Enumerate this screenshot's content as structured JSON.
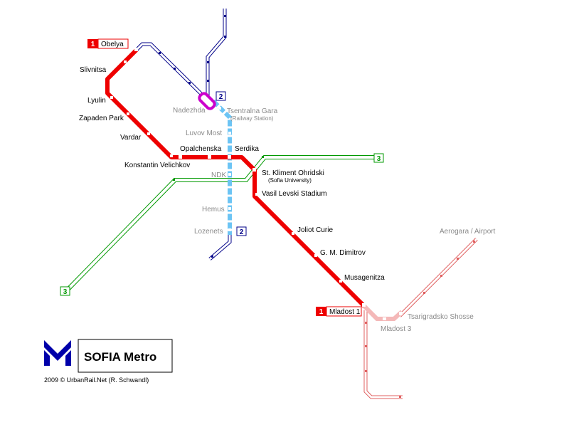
{
  "title": "SOFIA Metro",
  "credit": "2009 © UrbanRail.Net (R. Schwandl)",
  "colors": {
    "line1": "#ee0000",
    "line1_planned": "#e06060",
    "line1_planned_light": "#f4b8b8",
    "line2": "#000088",
    "line2_construction": "#6cc4f4",
    "line3": "#009900",
    "interchange": "#cc00cc",
    "logo": "#0000aa"
  },
  "badges": {
    "line1_obelya": {
      "number": "1",
      "label": "Obelya"
    },
    "line1_mladost1": {
      "number": "1",
      "label": "Mladost 1"
    },
    "line2_north": "2",
    "line2_south": "2",
    "line3_east": "3",
    "line3_west": "3"
  },
  "stations": {
    "slivnitsa": "Slivnitsa",
    "lyulin": "Lyulin",
    "zapaden_park": "Zapaden Park",
    "vardar": "Vardar",
    "konstantin_velichkov": "Konstantin Velichkov",
    "opalchenska": "Opalchenska",
    "serdika": "Serdika",
    "st_kliment": "St. Kliment Ohridski",
    "st_kliment_sub": "(Sofia University)",
    "vasil_levski": "Vasil Levski Stadium",
    "joliot_curie": "Joliot Curie",
    "gm_dimitrov": "G. M. Dimitrov",
    "musagenitza": "Musagenitza",
    "nadezhda": "Nadezhda",
    "tsentralna_gara": "Tsentralna Gara",
    "tsentralna_gara_sub": "(Railway Station)",
    "luvov_most": "Luvov Most",
    "ndk": "NDK",
    "hemus": "Hemus",
    "lozenets": "Lozenets",
    "aerogara": "Aerogara / Airport",
    "tsarigradsko": "Tsarigradsko Shosse",
    "mladost3": "Mladost 3"
  }
}
